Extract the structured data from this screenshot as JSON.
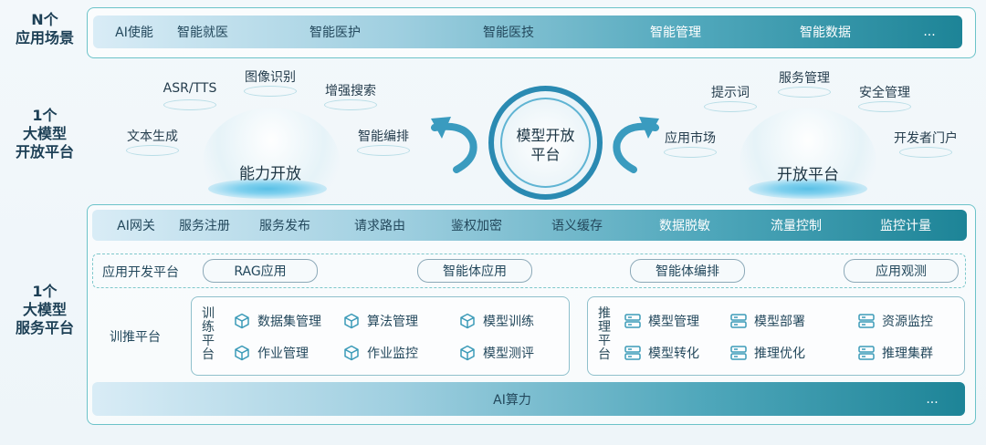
{
  "labels": {
    "app_scene": "N个\n应用场景",
    "open_platform": "1个\n大模型\n开放平台",
    "service_platform": "1个\n大模型\n服务平台"
  },
  "app_bar": [
    "AI使能",
    "智能就医",
    "智能医护",
    "智能医技",
    "智能管理",
    "智能数据",
    "..."
  ],
  "capability": {
    "dome_label": "能力开放",
    "items": [
      "文本生成",
      "ASR/TTS",
      "图像识别",
      "增强搜索",
      "智能编排"
    ]
  },
  "center": {
    "title_line1": "模型开放",
    "title_line2": "平台"
  },
  "open": {
    "dome_label": "开放平台",
    "items": [
      "提示词",
      "服务管理",
      "安全管理",
      "应用市场",
      "开发者门户"
    ]
  },
  "gateway_bar": [
    "AI网关",
    "服务注册",
    "服务发布",
    "请求路由",
    "鉴权加密",
    "语义缓存",
    "数据脱敏",
    "流量控制",
    "监控计量"
  ],
  "app_dev": {
    "label": "应用开发平台",
    "pills": [
      "RAG应用",
      "智能体应用",
      "智能体编排",
      "应用观测"
    ]
  },
  "train_infer": {
    "label": "训推平台",
    "train": {
      "title": "训练平台",
      "items": [
        "数据集管理",
        "算法管理",
        "模型训练",
        "作业管理",
        "作业监控",
        "模型测评"
      ]
    },
    "infer": {
      "title": "推理平台",
      "items": [
        "模型管理",
        "模型部署",
        "资源监控",
        "模型转化",
        "推理优化",
        "推理集群"
      ]
    }
  },
  "compute_bar": {
    "label": "AI算力",
    "more": "..."
  },
  "colors": {
    "accent": "#1d8497",
    "border": "#6cc3c9",
    "ring": "#2a8ab2"
  }
}
